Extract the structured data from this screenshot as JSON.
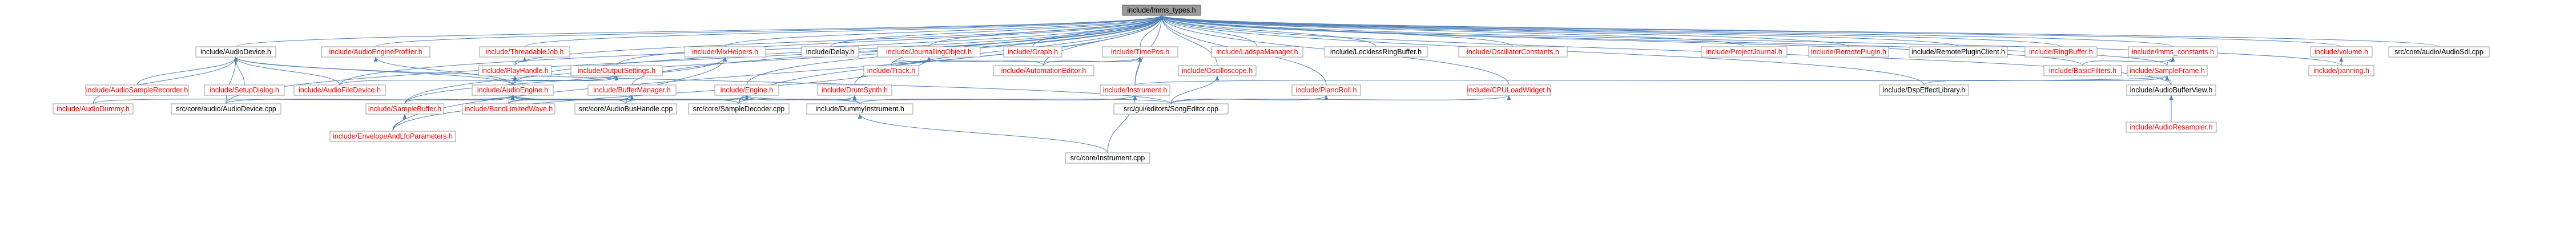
{
  "graph": {
    "root": "include/lmms_types.h",
    "nodes": [
      {
        "id": "n0",
        "label": "include/lmms_types.h",
        "kind": "root"
      },
      {
        "id": "n1",
        "label": "include/AudioDevice.h",
        "kind": "normal"
      },
      {
        "id": "n2",
        "label": "include/AudioEngineProfiler.h",
        "kind": "red"
      },
      {
        "id": "n3",
        "label": "include/ThreadableJob.h",
        "kind": "red"
      },
      {
        "id": "n4",
        "label": "include/PlayHandle.h",
        "kind": "red"
      },
      {
        "id": "n5",
        "label": "include/OutputSettings.h",
        "kind": "red"
      },
      {
        "id": "n6",
        "label": "include/MixHelpers.h",
        "kind": "red"
      },
      {
        "id": "n7",
        "label": "include/Delay.h",
        "kind": "normal"
      },
      {
        "id": "n8",
        "label": "include/JournallingObject.h",
        "kind": "red"
      },
      {
        "id": "n9",
        "label": "include/Graph.h",
        "kind": "red"
      },
      {
        "id": "n10",
        "label": "include/TimePos.h",
        "kind": "red"
      },
      {
        "id": "n11",
        "label": "include/LadspaManager.h",
        "kind": "red"
      },
      {
        "id": "n12",
        "label": "include/LocklessRingBuffer.h",
        "kind": "normal"
      },
      {
        "id": "n13",
        "label": "include/OscillatorConstants.h",
        "kind": "red"
      },
      {
        "id": "n14",
        "label": "include/ProjectJournal.h",
        "kind": "red"
      },
      {
        "id": "n15",
        "label": "include/RemotePlugin.h",
        "kind": "red"
      },
      {
        "id": "n16",
        "label": "include/RemotePluginClient.h",
        "kind": "normal"
      },
      {
        "id": "n17",
        "label": "include/RingBuffer.h",
        "kind": "red"
      },
      {
        "id": "n18",
        "label": "include/lmms_constants.h",
        "kind": "red"
      },
      {
        "id": "n19",
        "label": "include/volume.h",
        "kind": "red"
      },
      {
        "id": "n20",
        "label": "src/core/audio/AudioSdl.cpp",
        "kind": "normal"
      },
      {
        "id": "n21",
        "label": "include/AudioSampleRecorder.h",
        "kind": "red"
      },
      {
        "id": "n22",
        "label": "include/SetupDialog.h",
        "kind": "red"
      },
      {
        "id": "n23",
        "label": "include/AudioFileDevice.h",
        "kind": "red"
      },
      {
        "id": "n24",
        "label": "include/AudioEngine.h",
        "kind": "red"
      },
      {
        "id": "n25",
        "label": "include/BufferManager.h",
        "kind": "red"
      },
      {
        "id": "n26",
        "label": "include/Engine.h",
        "kind": "red"
      },
      {
        "id": "n27",
        "label": "include/Track.h",
        "kind": "red"
      },
      {
        "id": "n28",
        "label": "include/AutomationEditor.h",
        "kind": "red"
      },
      {
        "id": "n29",
        "label": "include/Oscilloscope.h",
        "kind": "red"
      },
      {
        "id": "n30",
        "label": "include/BasicFilters.h",
        "kind": "red"
      },
      {
        "id": "n31",
        "label": "include/SampleFrame.h",
        "kind": "red"
      },
      {
        "id": "n32",
        "label": "include/panning.h",
        "kind": "red"
      },
      {
        "id": "n33",
        "label": "include/DrumSynth.h",
        "kind": "red"
      },
      {
        "id": "n34",
        "label": "include/Instrument.h",
        "kind": "red"
      },
      {
        "id": "n35",
        "label": "include/PianoRoll.h",
        "kind": "red"
      },
      {
        "id": "n36",
        "label": "include/CPULoadWidget.h",
        "kind": "red"
      },
      {
        "id": "n37",
        "label": "include/DspEffectLibrary.h",
        "kind": "normal"
      },
      {
        "id": "n38",
        "label": "include/AudioBufferView.h",
        "kind": "normal"
      },
      {
        "id": "n39",
        "label": "include/AudioDummy.h",
        "kind": "red"
      },
      {
        "id": "n40",
        "label": "src/core/audio/AudioDevice.cpp",
        "kind": "normal"
      },
      {
        "id": "n41",
        "label": "include/SampleBuffer.h",
        "kind": "red"
      },
      {
        "id": "n42",
        "label": "include/BandLimitedWave.h",
        "kind": "red"
      },
      {
        "id": "n43",
        "label": "src/core/AudioBusHandle.cpp",
        "kind": "normal"
      },
      {
        "id": "n44",
        "label": "src/core/SampleDecoder.cpp",
        "kind": "normal"
      },
      {
        "id": "n45",
        "label": "include/DummyInstrument.h",
        "kind": "normal"
      },
      {
        "id": "n46",
        "label": "src/gui/editors/SongEditor.cpp",
        "kind": "normal"
      },
      {
        "id": "n47",
        "label": "include/AudioResampler.h",
        "kind": "red"
      },
      {
        "id": "n48",
        "label": "include/EnvelopeAndLfoParameters.h",
        "kind": "red"
      },
      {
        "id": "n49",
        "label": "src/core/Instrument.cpp",
        "kind": "normal"
      }
    ],
    "edges": [
      [
        "n0",
        "n1"
      ],
      [
        "n0",
        "n2"
      ],
      [
        "n0",
        "n3"
      ],
      [
        "n0",
        "n4"
      ],
      [
        "n0",
        "n5"
      ],
      [
        "n0",
        "n6"
      ],
      [
        "n0",
        "n7"
      ],
      [
        "n0",
        "n8"
      ],
      [
        "n0",
        "n9"
      ],
      [
        "n0",
        "n10"
      ],
      [
        "n0",
        "n11"
      ],
      [
        "n0",
        "n12"
      ],
      [
        "n0",
        "n13"
      ],
      [
        "n0",
        "n14"
      ],
      [
        "n0",
        "n15"
      ],
      [
        "n0",
        "n16"
      ],
      [
        "n0",
        "n17"
      ],
      [
        "n0",
        "n18"
      ],
      [
        "n0",
        "n19"
      ],
      [
        "n0",
        "n20"
      ],
      [
        "n0",
        "n23"
      ],
      [
        "n0",
        "n24"
      ],
      [
        "n0",
        "n25"
      ],
      [
        "n0",
        "n26"
      ],
      [
        "n0",
        "n27"
      ],
      [
        "n0",
        "n28"
      ],
      [
        "n0",
        "n29"
      ],
      [
        "n0",
        "n30"
      ],
      [
        "n0",
        "n31"
      ],
      [
        "n0",
        "n32"
      ],
      [
        "n0",
        "n33"
      ],
      [
        "n0",
        "n34"
      ],
      [
        "n0",
        "n35"
      ],
      [
        "n0",
        "n36"
      ],
      [
        "n0",
        "n37"
      ],
      [
        "n0",
        "n38"
      ],
      [
        "n0",
        "n40"
      ],
      [
        "n0",
        "n41"
      ],
      [
        "n0",
        "n44"
      ],
      [
        "n0",
        "n48"
      ],
      [
        "n1",
        "n21"
      ],
      [
        "n1",
        "n22"
      ],
      [
        "n1",
        "n23"
      ],
      [
        "n1",
        "n24"
      ],
      [
        "n1",
        "n39"
      ],
      [
        "n1",
        "n40"
      ],
      [
        "n1",
        "n46"
      ],
      [
        "n2",
        "n24"
      ],
      [
        "n3",
        "n4"
      ],
      [
        "n4",
        "n24"
      ],
      [
        "n5",
        "n23"
      ],
      [
        "n5",
        "n24"
      ],
      [
        "n6",
        "n41"
      ],
      [
        "n6",
        "n43"
      ],
      [
        "n8",
        "n27"
      ],
      [
        "n8",
        "n28"
      ],
      [
        "n8",
        "n48"
      ],
      [
        "n10",
        "n27"
      ],
      [
        "n10",
        "n28"
      ],
      [
        "n10",
        "n34"
      ],
      [
        "n18",
        "n30"
      ],
      [
        "n18",
        "n31"
      ],
      [
        "n19",
        "n32"
      ],
      [
        "n24",
        "n39"
      ],
      [
        "n24",
        "n40"
      ],
      [
        "n24",
        "n41"
      ],
      [
        "n24",
        "n42"
      ],
      [
        "n24",
        "n43"
      ],
      [
        "n24",
        "n44"
      ],
      [
        "n24",
        "n45"
      ],
      [
        "n25",
        "n42"
      ],
      [
        "n26",
        "n42"
      ],
      [
        "n26",
        "n43"
      ],
      [
        "n26",
        "n44"
      ],
      [
        "n26",
        "n45"
      ],
      [
        "n26",
        "n46"
      ],
      [
        "n29",
        "n46"
      ],
      [
        "n31",
        "n37"
      ],
      [
        "n31",
        "n38"
      ],
      [
        "n31",
        "n34"
      ],
      [
        "n33",
        "n44"
      ],
      [
        "n34",
        "n45"
      ],
      [
        "n34",
        "n49"
      ],
      [
        "n35",
        "n46"
      ],
      [
        "n36",
        "n46"
      ],
      [
        "n38",
        "n47"
      ],
      [
        "n41",
        "n48"
      ],
      [
        "n45",
        "n49"
      ]
    ]
  }
}
